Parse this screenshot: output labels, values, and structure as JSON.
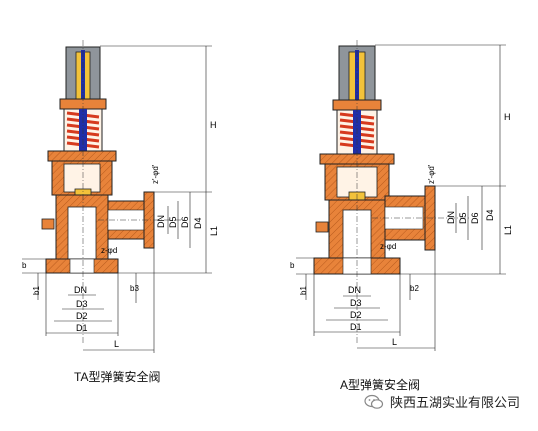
{
  "left_valve": {
    "caption": "TA型弹簧安全阀",
    "labels": {
      "H": "H",
      "D4": "D4",
      "L1": "L1",
      "D5": "D5",
      "D6": "D6",
      "DN_side": "DN",
      "z_phi_d_top": "z'-φd'",
      "z_phi_d": "z-φd",
      "b": "b",
      "b1": "b1",
      "b3": "b3",
      "DN": "DN",
      "D3": "D3",
      "D2": "D2",
      "D1": "D1",
      "L": "L"
    }
  },
  "right_valve": {
    "caption": "A型弹簧安全阀",
    "labels": {
      "H": "H",
      "D4": "D4",
      "L1": "L1",
      "D5": "D5",
      "D6": "D6",
      "DN_side": "DN",
      "z_phi_d_top": "z'-φd'",
      "z_phi_d": "z-φd",
      "b": "b",
      "b1": "b1",
      "b2": "b2",
      "DN": "DN",
      "D3": "D3",
      "D2": "D2",
      "D1": "D1",
      "L": "L"
    }
  },
  "watermark": {
    "text": "陕西五湖实业有限公司",
    "icon": "wechat-icon"
  },
  "colors": {
    "body": "#e8833a",
    "spring": "#d63a1e",
    "stem": "#1f2fa8",
    "cap": "#8f959b",
    "brass": "#f2c23a",
    "line": "#222222"
  }
}
